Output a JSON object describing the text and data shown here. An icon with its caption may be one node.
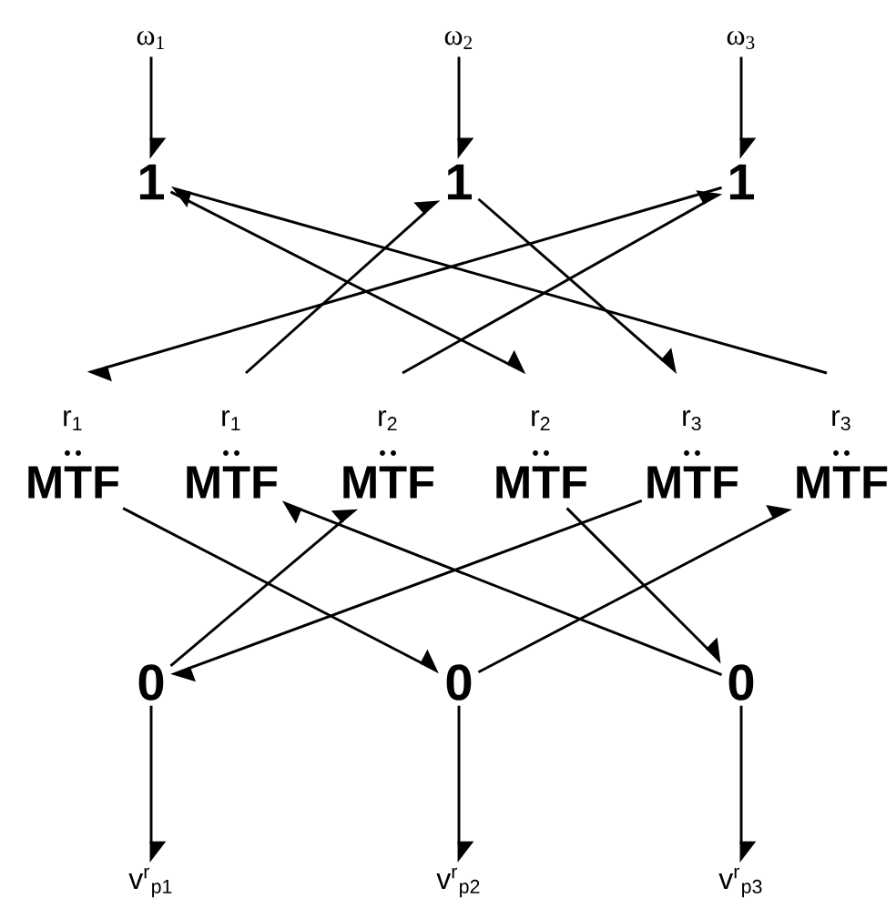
{
  "diagram": {
    "nodes": [
      {
        "text": [
          "ω$_{1}$"
        ]
      },
      {
        "text": [
          "ω$_{2}$"
        ]
      },
      {
        "text": [
          "ω$_{3}$"
        ]
      },
      {
        "text": [
          "1"
        ]
      },
      {
        "text": [
          "1"
        ]
      },
      {
        "text": [
          "1"
        ]
      },
      {
        "text": [
          "MTF"
        ],
        "beside": [
          "r$_{1}$"
        ]
      },
      {
        "text": [
          "MTF"
        ],
        "beside": [
          "r$_{1}$"
        ]
      },
      {
        "text": [
          "MTF"
        ],
        "beside": [
          "r$_{2}$"
        ]
      },
      {
        "text": [
          "MTF"
        ],
        "beside": [
          "r$_{2}$"
        ]
      },
      {
        "text": [
          "MTF"
        ],
        "beside": [
          "r$_{3}$"
        ]
      },
      {
        "text": [
          "MTF"
        ],
        "beside": [
          "r$_{3}$"
        ]
      },
      {
        "text": [
          "0"
        ]
      },
      {
        "text": [
          "0"
        ]
      },
      {
        "text": [
          "0"
        ]
      },
      {
        "text": [
          "v$^{r}$$_{p1}$"
        ]
      },
      {
        "text": [
          "v$^{r}$$_{p2}$"
        ]
      },
      {
        "text": [
          "v$^{r}$$_{p3}$"
        ]
      }
    ],
    "edges": [
      {
        "from": 0,
        "to": 3,
        "arrow": "to"
      },
      {
        "from": 1,
        "to": 4,
        "arrow": "to"
      },
      {
        "from": 2,
        "to": 5,
        "arrow": "to"
      },
      {
        "from": 3,
        "to": 9,
        "arrow": "to"
      },
      {
        "from": 11,
        "to": 3,
        "arrow": "to"
      },
      {
        "from": 7,
        "to": 4,
        "arrow": "to"
      },
      {
        "from": 4,
        "to": 10,
        "arrow": "to"
      },
      {
        "from": 5,
        "to": 6,
        "arrow": "to"
      },
      {
        "from": 8,
        "to": 5,
        "arrow": "to"
      },
      {
        "from": 6,
        "to": 13,
        "arrow": "to"
      },
      {
        "from": 14,
        "to": 7,
        "arrow": "to"
      },
      {
        "from": 12,
        "to": 8,
        "arrow": "to"
      },
      {
        "from": 10,
        "to": 12,
        "arrow": "to"
      },
      {
        "from": 13,
        "to": 11,
        "arrow": "to"
      },
      {
        "from": 9,
        "to": 14,
        "arrow": "to"
      },
      {
        "from": 12,
        "to": 15,
        "arrow": "to"
      },
      {
        "from": 13,
        "to": 16,
        "arrow": "to"
      },
      {
        "from": 14,
        "to": 17,
        "arrow": "to"
      }
    ]
  }
}
